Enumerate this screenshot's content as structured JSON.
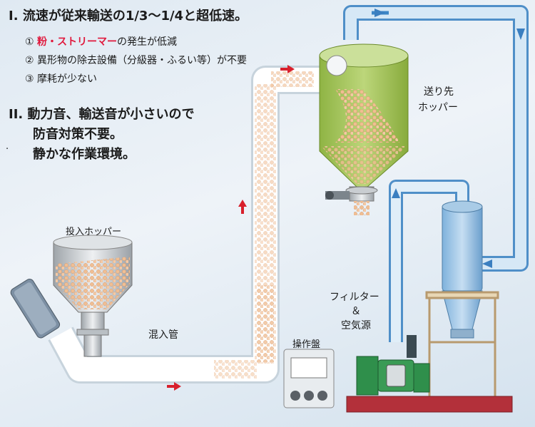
{
  "points": {
    "p1": {
      "num": "I.",
      "text": "流速が従来輸送の1/3〜1/4と超低速。"
    },
    "subs": [
      {
        "circ": "①",
        "highlight": "粉・ストリーマー",
        "rest": "の発生が低減"
      },
      {
        "circ": "②",
        "text": "異形物の除去設備（分級器・ふるい等）が不要"
      },
      {
        "circ": "③",
        "text": "摩耗が少ない"
      }
    ],
    "p2": {
      "num": "II.",
      "line1": "動力音、輸送音が小さいので",
      "line2": "防音対策不要。",
      "line3": "静かな作業環境。"
    },
    "dot": "."
  },
  "labels": {
    "input_hopper": "投入ホッパー",
    "mixing_pipe": "混入管",
    "destination_hopper": [
      "送り先",
      "ホッパー"
    ],
    "filter": [
      "フィルター",
      "＆",
      "空気源"
    ],
    "control_panel": "操作盤"
  },
  "colors": {
    "pipe": "#ffffff",
    "blue_pipe": "#5b9fd6",
    "green_vessel": "#a4c256",
    "pellet": "#f2c49c",
    "red_arrow": "#d8202c",
    "base_red": "#b3303a",
    "blower_green": "#2f8f4b"
  }
}
